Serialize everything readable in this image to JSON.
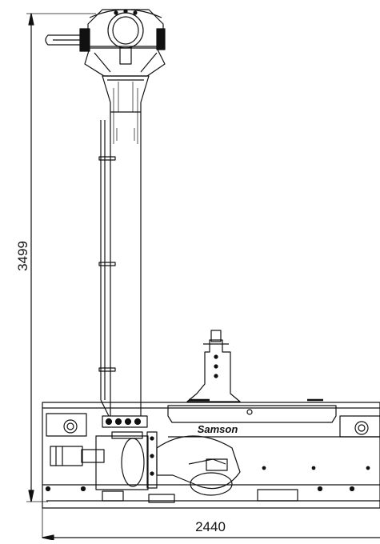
{
  "dimensions": {
    "height_label": "3499",
    "width_label": "2440"
  },
  "brand": {
    "logo_text": "Samson"
  },
  "colors": {
    "line": "#111111",
    "background": "#ffffff"
  }
}
